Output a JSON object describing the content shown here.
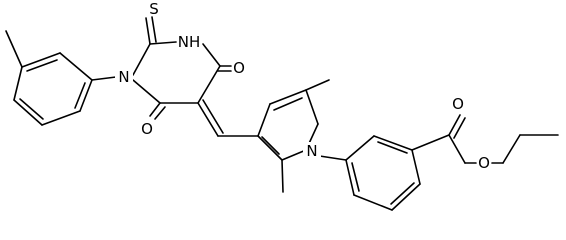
{
  "atom_labels": {
    "thione_s": "S",
    "imide_nh": "NH",
    "pyrimidine_n": "N",
    "carbonyl_o_upper": "O",
    "carbonyl_o_lower": "O",
    "pyrrole_n": "N",
    "ester_carbonyl_o": "O",
    "ester_ether_o": "O"
  }
}
